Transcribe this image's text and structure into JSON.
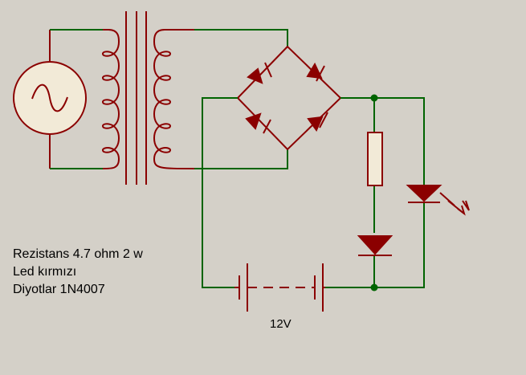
{
  "notes": {
    "line1": "Rezistans 4.7 ohm 2 w",
    "line2": "Led kırmızı",
    "line3": "Diyotlar 1N4007"
  },
  "battery": {
    "label": "12V"
  },
  "colors": {
    "background": "#d4d0c8",
    "wire": "#006400",
    "component": "#8b0000"
  }
}
